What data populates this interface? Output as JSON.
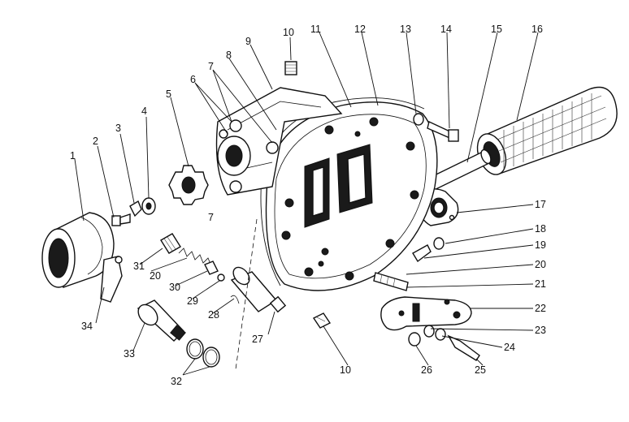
{
  "labels": {
    "l1": "1",
    "l2": "2",
    "l3": "3",
    "l4": "4",
    "l5": "5",
    "l6": "6",
    "l7a": "7",
    "l7b": "7",
    "l8": "8",
    "l9": "9",
    "l10a": "10",
    "l10b": "10",
    "l11": "11",
    "l12": "12",
    "l13": "13",
    "l14": "14",
    "l15": "15",
    "l16": "16",
    "l17": "17",
    "l18": "18",
    "l19": "19",
    "l20a": "20",
    "l20b": "20",
    "l21": "21",
    "l22": "22",
    "l23": "23",
    "l24": "24",
    "l25": "25",
    "l26": "26",
    "l27": "27",
    "l28": "28",
    "l29": "29",
    "l30": "30",
    "l31": "31",
    "l32": "32",
    "l33": "33",
    "l34": "34"
  },
  "colors": {
    "ink": "#111111",
    "paper": "#ffffff"
  }
}
